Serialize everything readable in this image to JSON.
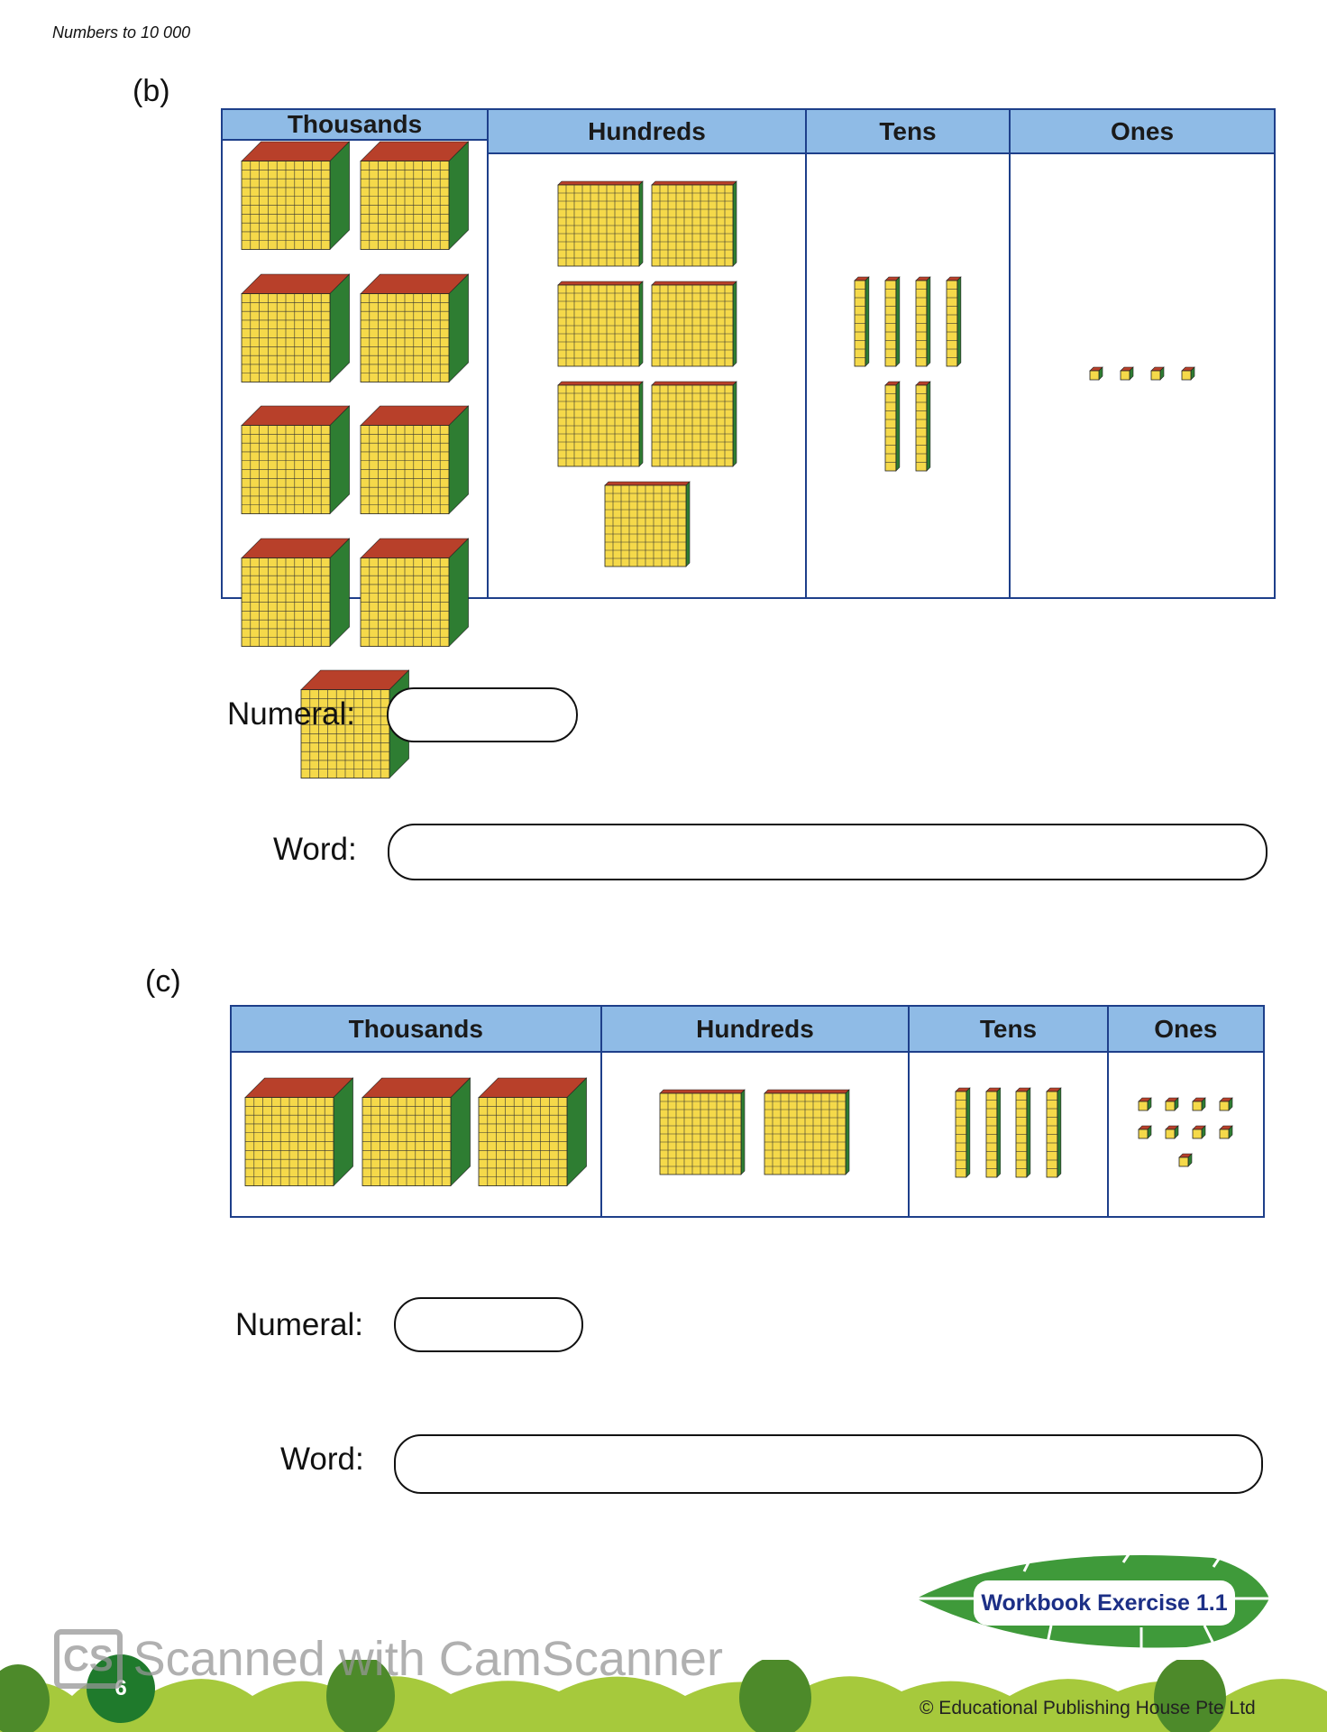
{
  "header": {
    "chapter": "Numbers to 10 000"
  },
  "columns": [
    "Thousands",
    "Hundreds",
    "Tens",
    "Ones"
  ],
  "exercises": [
    {
      "label": "(b)",
      "counts": {
        "thousands": 9,
        "hundreds": 7,
        "tens": 6,
        "ones": 4
      },
      "numeral_label": "Numeral:",
      "word_label": "Word:",
      "numeral_value": "",
      "word_value": ""
    },
    {
      "label": "(c)",
      "counts": {
        "thousands": 3,
        "hundreds": 2,
        "tens": 4,
        "ones": 9
      },
      "numeral_label": "Numeral:",
      "word_label": "Word:",
      "numeral_value": "",
      "word_value": ""
    }
  ],
  "footer": {
    "badge": "Workbook Exercise 1.1",
    "page_number": "6",
    "copyright": "© Educational Publishing House Pte Ltd",
    "watermark_logo": "CS",
    "watermark": "Scanned with CamScanner"
  },
  "colors": {
    "header_blue": "#8fbbe6",
    "border": "#1e3f8a",
    "block_yellow": "#f5d94a",
    "block_red": "#b8402a",
    "block_green": "#2e7d32"
  }
}
